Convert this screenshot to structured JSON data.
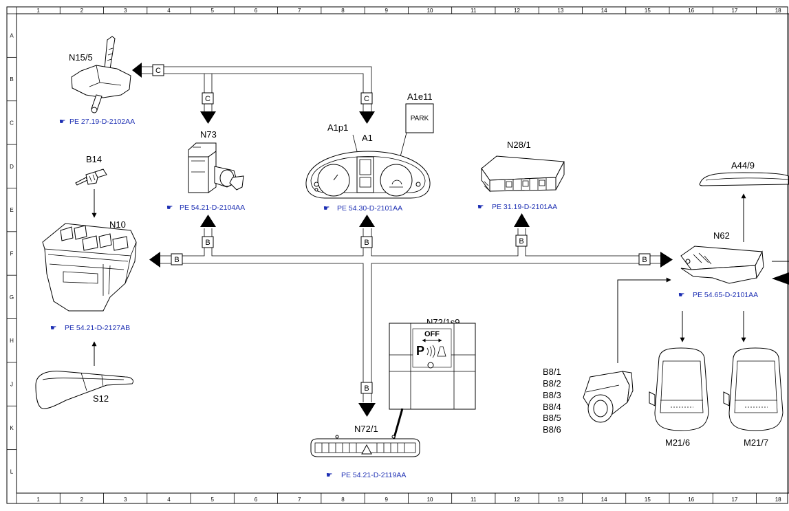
{
  "grid": {
    "columns": [
      "1",
      "2",
      "3",
      "4",
      "5",
      "6",
      "7",
      "8",
      "9",
      "10",
      "11",
      "12",
      "13",
      "14",
      "15",
      "16",
      "17",
      "18"
    ],
    "rows": [
      "A",
      "B",
      "C",
      "D",
      "E",
      "F",
      "G",
      "H",
      "J",
      "K",
      "L"
    ]
  },
  "buses": {
    "c": "C",
    "b": "B"
  },
  "components": {
    "n15_5": {
      "label": "N15/5",
      "ref": "PE 27.19-D-2102AA"
    },
    "n73": {
      "label": "N73",
      "ref": "PE 54.21-D-2104AA"
    },
    "a1": {
      "label": "A1",
      "sub_label": "A1p1",
      "lamp_label": "A1e11",
      "lamp_text": "PARK",
      "ref": "PE 54.30-D-2101AA"
    },
    "n28_1": {
      "label": "N28/1",
      "ref": "PE 31.19-D-2101AA"
    },
    "a44_9": {
      "label": "A44/9"
    },
    "b14": {
      "label": "B14"
    },
    "n10": {
      "label": "N10",
      "ref": "PE 54.21-D-2127AB"
    },
    "s12": {
      "label": "S12"
    },
    "n62": {
      "label": "N62",
      "ref": "PE 54.65-D-2101AA"
    },
    "n72_1": {
      "label": "N72/1",
      "ref": "PE 54.21-D-2119AA"
    },
    "n72_1s9": {
      "label": "N72/1s9",
      "switch_off": "OFF"
    },
    "sensors": {
      "labels": [
        "B8/1",
        "B8/2",
        "B8/3",
        "B8/4",
        "B8/5",
        "B8/6"
      ]
    },
    "m21_6": {
      "label": "M21/6"
    },
    "m21_7": {
      "label": "M21/7"
    }
  }
}
